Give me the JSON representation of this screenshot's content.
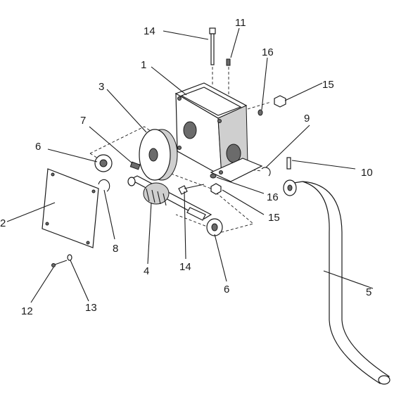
{
  "callouts": {
    "c1": "1",
    "c2": "2",
    "c3": "3",
    "c4": "4",
    "c5": "5",
    "c6a": "6",
    "c6b": "6",
    "c7": "7",
    "c8": "8",
    "c9": "9",
    "c10": "10",
    "c11": "11",
    "c12": "12",
    "c13": "13",
    "c14a": "14",
    "c14b": "14",
    "c15a": "15",
    "c15b": "15",
    "c16a": "16",
    "c16b": "16"
  }
}
